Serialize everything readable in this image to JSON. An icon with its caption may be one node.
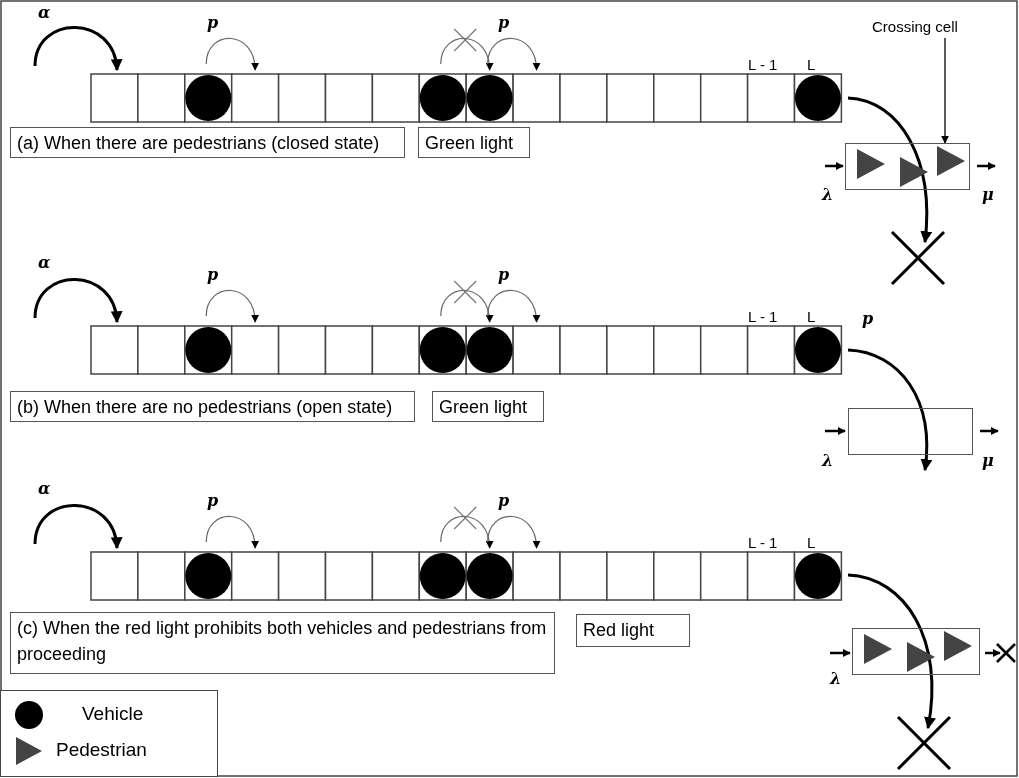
{
  "diagram": {
    "nodes": [
      {
        "text": [
          "(a) When there are pedestrians (closed state)"
        ]
      },
      {
        "text": [
          "Green light"
        ]
      },
      {
        "text": [
          "Crossing cell"
        ]
      },
      {
        "text": [],
        "shape": "box"
      },
      {
        "text": [
          "(b) When there are no pedestrians (open state)"
        ]
      },
      {
        "text": [
          "Green light"
        ]
      },
      {
        "text": [],
        "shape": "box"
      },
      {
        "text": [
          "(c) When the red light prohibits both vehicles and pedestrians from proceeding"
        ]
      },
      {
        "text": [
          "Red light"
        ]
      },
      {
        "text": [],
        "shape": "box"
      }
    ],
    "edges": [
      {
        "from": 2,
        "to": 3,
        "arrow": "to"
      }
    ],
    "labels": [
      "α",
      "p",
      "p",
      "L - 1",
      "L",
      "λ",
      "μ",
      "α",
      "p",
      "p",
      "L - 1",
      "L",
      "p",
      "λ",
      "μ",
      "α",
      "p",
      "p",
      "L - 1",
      "L",
      "λ"
    ],
    "legend": [
      {
        "text": "Vehicle"
      },
      {
        "text": "Pedestrian"
      }
    ]
  }
}
